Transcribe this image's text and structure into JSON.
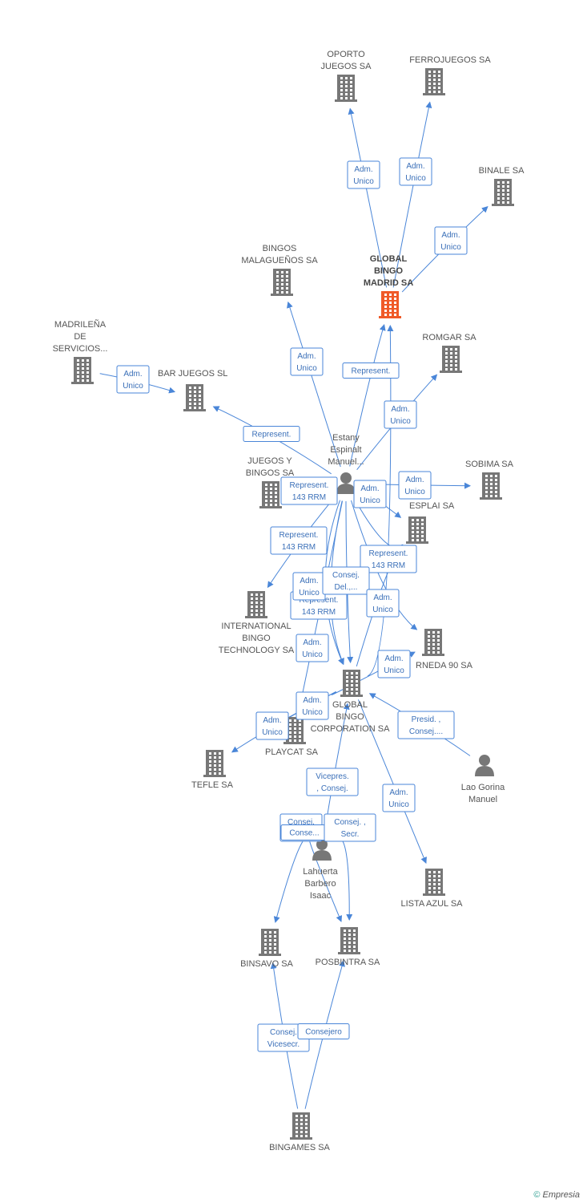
{
  "colors": {
    "edge": "#4a86d8",
    "company": "#777777",
    "focus": "#f05a28",
    "person": "#777777"
  },
  "nodes": [
    {
      "id": "oporto",
      "type": "company",
      "label": [
        "OPORTO",
        "JUEGOS SA"
      ]
    },
    {
      "id": "ferrojuegos",
      "type": "company",
      "label": [
        "FERROJUEGOS SA"
      ]
    },
    {
      "id": "binale",
      "type": "company",
      "label": [
        "BINALE SA"
      ]
    },
    {
      "id": "gbmadrid",
      "type": "focus",
      "label": [
        "GLOBAL",
        "BINGO",
        "MADRID SA"
      ]
    },
    {
      "id": "malaguenos",
      "type": "company",
      "label": [
        "BINGOS",
        "MALAGUEÑOS SA"
      ]
    },
    {
      "id": "madrilena",
      "type": "company",
      "label": [
        "MADRILEÑA",
        "DE",
        "SERVICIOS..."
      ]
    },
    {
      "id": "barjuegos",
      "type": "company",
      "label": [
        "BAR JUEGOS SL"
      ]
    },
    {
      "id": "romgar",
      "type": "company",
      "label": [
        "ROMGAR SA"
      ]
    },
    {
      "id": "estany",
      "type": "person",
      "label": [
        "Estany",
        "Espinalt",
        "Manuel..."
      ]
    },
    {
      "id": "juegosbingos",
      "type": "company",
      "label": [
        "JUEGOS Y",
        "BINGOS SA"
      ]
    },
    {
      "id": "sobima",
      "type": "company",
      "label": [
        "SOBIMA SA"
      ]
    },
    {
      "id": "esplai",
      "type": "company",
      "label": [
        "ESPLAI SA"
      ]
    },
    {
      "id": "international",
      "type": "company",
      "label": [
        "INTERNATIONAL",
        "BINGO",
        "TECHNOLOGY SA"
      ]
    },
    {
      "id": "rneda",
      "type": "company",
      "label": [
        "RNEDA 90 SA"
      ]
    },
    {
      "id": "gbcorp",
      "type": "company",
      "label": [
        "GLOBAL",
        "BINGO",
        "CORPORATION SA"
      ]
    },
    {
      "id": "playcat",
      "type": "company",
      "label": [
        "PLAYCAT SA"
      ]
    },
    {
      "id": "tefle",
      "type": "company",
      "label": [
        "TEFLE SA"
      ]
    },
    {
      "id": "laogorina",
      "type": "person",
      "label": [
        "Lao Gorina",
        "Manuel"
      ]
    },
    {
      "id": "lahuerta",
      "type": "person",
      "label": [
        "Lahuerta",
        "Barbero",
        "Isaac"
      ]
    },
    {
      "id": "listaazul",
      "type": "company",
      "label": [
        "LISTA AZUL SA"
      ]
    },
    {
      "id": "binsavo",
      "type": "company",
      "label": [
        "BINSAVO SA"
      ]
    },
    {
      "id": "posbintra",
      "type": "company",
      "label": [
        "POSBINTRA SA"
      ]
    },
    {
      "id": "bingames",
      "type": "company",
      "label": [
        "BINGAMES SA"
      ]
    }
  ],
  "edges": [
    {
      "from": "gbmadrid",
      "to": "oporto",
      "label": [
        "Adm.",
        "Unico"
      ]
    },
    {
      "from": "gbmadrid",
      "to": "ferrojuegos",
      "label": [
        "Adm.",
        "Unico"
      ]
    },
    {
      "from": "gbmadrid",
      "to": "binale",
      "label": [
        "Adm.",
        "Unico"
      ]
    },
    {
      "from": "estany",
      "to": "malaguenos",
      "label": [
        "Adm.",
        "Unico"
      ]
    },
    {
      "from": "madrilena",
      "to": "barjuegos",
      "label": [
        "Adm.",
        "Unico"
      ]
    },
    {
      "from": "estany",
      "to": "gbmadrid",
      "label": [
        "Represent."
      ]
    },
    {
      "from": "estany",
      "to": "romgar",
      "label": [
        "Adm.",
        "Unico"
      ]
    },
    {
      "from": "estany",
      "to": "barjuegos",
      "label": [
        "Represent."
      ]
    },
    {
      "from": "estany",
      "to": "juegosbingos",
      "label": [
        "Represent.",
        "143 RRM"
      ]
    },
    {
      "from": "estany",
      "to": "esplai",
      "label": [
        "Represent.",
        "143 RRM"
      ]
    },
    {
      "from": "estany",
      "to": "sobima",
      "label": [
        "Adm.",
        "Unico"
      ]
    },
    {
      "from": "estany",
      "to": "esplai",
      "label": [
        "Adm.",
        "Unico"
      ]
    },
    {
      "from": "estany",
      "to": "international",
      "label": [
        "Represent.",
        "143 RRM"
      ]
    },
    {
      "from": "gbcorp",
      "to": "esplai",
      "label": [
        "Represent.",
        "143 RRM"
      ]
    },
    {
      "from": "estany",
      "to": "gbcorp",
      "label": [
        "Represent.",
        "143 RRM"
      ]
    },
    {
      "from": "estany",
      "to": "gbcorp",
      "label": [
        "Adm.",
        "Unico"
      ]
    },
    {
      "from": "estany",
      "to": "gbcorp",
      "label": [
        "Consej.",
        "Del.,..."
      ]
    },
    {
      "from": "estany",
      "to": "rneda",
      "label": [
        "Adm.",
        "Unico"
      ]
    },
    {
      "from": "gbcorp",
      "to": "gbmadrid",
      "label": [
        "Adm.",
        "Unico"
      ]
    },
    {
      "from": "estany",
      "to": "playcat",
      "label": [
        "Adm.",
        "Unico"
      ]
    },
    {
      "from": "gbcorp",
      "to": "playcat",
      "label": [
        "Adm.",
        "Unico"
      ]
    },
    {
      "from": "gbcorp",
      "to": "rneda",
      "label": [
        "Adm.",
        "Unico"
      ]
    },
    {
      "from": "gbcorp",
      "to": "tefle",
      "label": [
        "Adm.",
        "Unico"
      ]
    },
    {
      "from": "laogorina",
      "to": "gbcorp",
      "label": [
        "Presid. ,",
        "Consej...."
      ]
    },
    {
      "from": "gbcorp",
      "to": "listaazul",
      "label": [
        "Adm.",
        "Unico"
      ]
    },
    {
      "from": "lahuerta",
      "to": "gbcorp",
      "label": [
        "Vicepres.",
        ", Consej."
      ]
    },
    {
      "from": "lahuerta",
      "to": "binsavo",
      "label": [
        "Consej.",
        "D..."
      ]
    },
    {
      "from": "lahuerta",
      "to": "posbintra",
      "label": [
        "Conse..."
      ]
    },
    {
      "from": "lahuerta",
      "to": "posbintra",
      "label": [
        "Consej. ,",
        "Secr."
      ]
    },
    {
      "from": "bingames",
      "to": "binsavo",
      "label": [
        "Consej.",
        "Vicesecr."
      ]
    },
    {
      "from": "bingames",
      "to": "posbintra",
      "label": [
        "Consejero"
      ]
    }
  ],
  "watermark": {
    "symbol": "©",
    "brand": "Empresia"
  }
}
